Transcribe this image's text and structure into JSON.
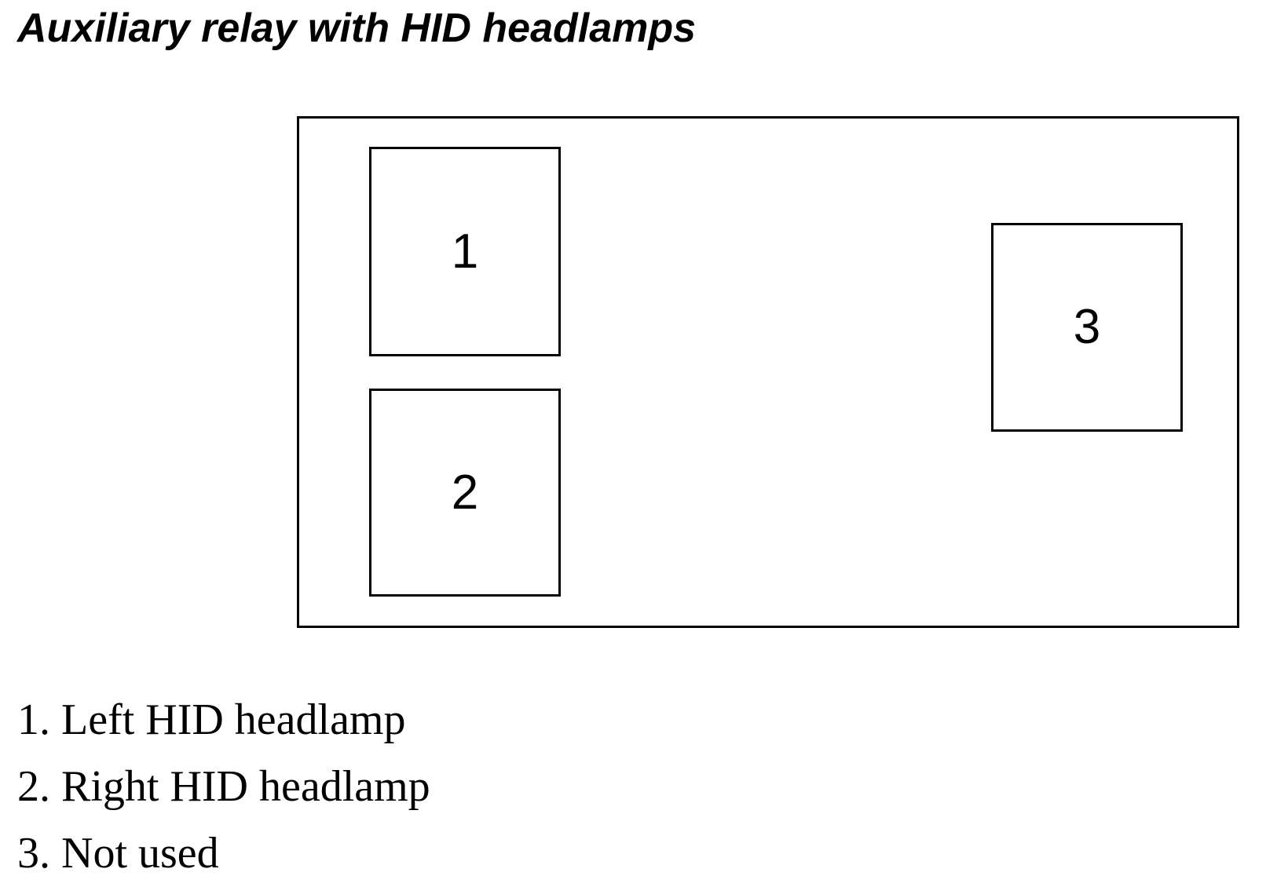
{
  "title": "Auxiliary relay with HID headlamps",
  "relays": [
    {
      "number": "1"
    },
    {
      "number": "2"
    },
    {
      "number": "3"
    }
  ],
  "legend": [
    {
      "text": "1. Left HID headlamp"
    },
    {
      "text": "2. Right HID headlamp"
    },
    {
      "text": "3. Not used"
    }
  ]
}
